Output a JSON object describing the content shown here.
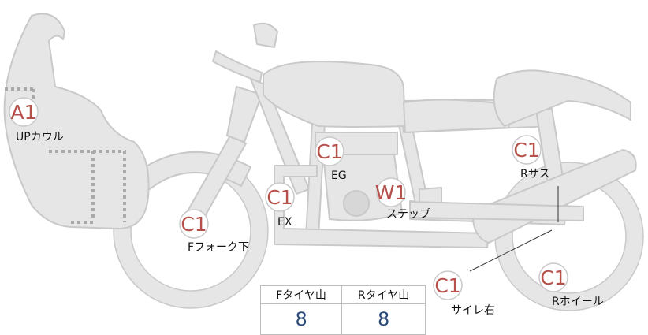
{
  "colors": {
    "body_fill": "#e6e6e6",
    "body_stroke": "#c9c9c9",
    "dot_line": "#a9a9a9",
    "badge_text": "#b5504a",
    "table_value": "#2c4a78"
  },
  "badges": [
    {
      "id": "upcowl",
      "code": "A1",
      "label": "UPカウル"
    },
    {
      "id": "ffork",
      "code": "C1",
      "label": "Fフォーク下"
    },
    {
      "id": "ex",
      "code": "C1",
      "label": "EX"
    },
    {
      "id": "eg",
      "code": "C1",
      "label": "EG"
    },
    {
      "id": "step",
      "code": "W1",
      "label": "ステップ"
    },
    {
      "id": "rsus",
      "code": "C1",
      "label": "Rサス"
    },
    {
      "id": "muffler",
      "code": "C1",
      "label": "サイレ右"
    },
    {
      "id": "rwheel",
      "code": "C1",
      "label": "Rホイール"
    }
  ],
  "tire_table": {
    "headers": [
      "Fタイヤ山",
      "Rタイヤ山"
    ],
    "values": [
      "8",
      "8"
    ]
  }
}
